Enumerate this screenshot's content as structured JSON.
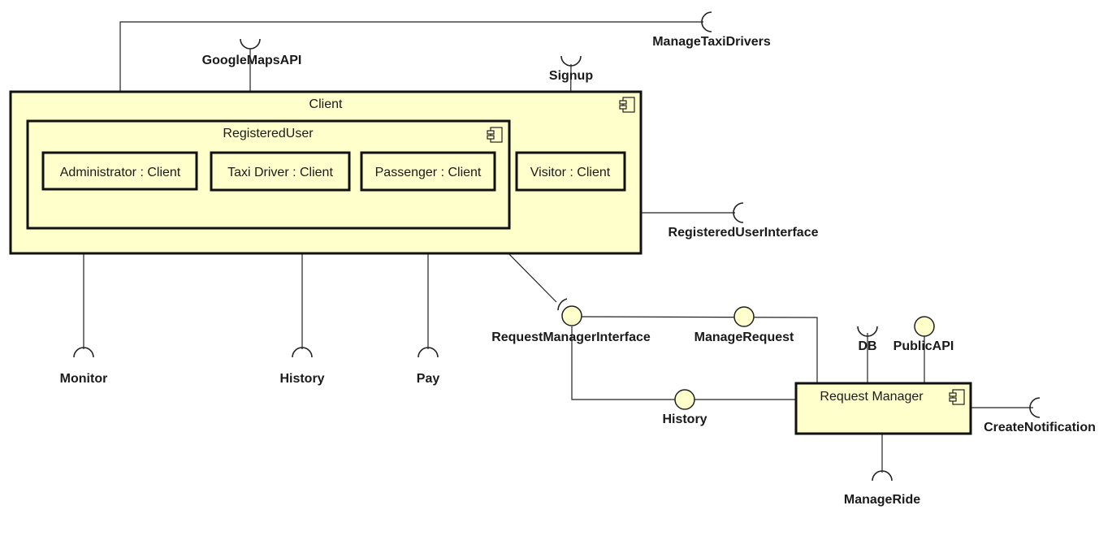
{
  "components": {
    "client": "Client",
    "registered_user": "RegisteredUser",
    "administrator": "Administrator : Client",
    "taxi_driver": "Taxi Driver : Client",
    "passenger": "Passenger : Client",
    "visitor": "Visitor : Client",
    "request_manager": "Request Manager"
  },
  "interfaces": {
    "manage_taxi_drivers": "ManageTaxiDrivers",
    "google_maps_api": "GoogleMapsAPI",
    "signup": "Signup",
    "registered_user_interface": "RegisteredUserInterface",
    "monitor": "Monitor",
    "history_client": "History",
    "pay": "Pay",
    "request_manager_interface": "RequestManagerInterface",
    "manage_request": "ManageRequest",
    "history_rm": "History",
    "db": "DB",
    "public_api": "PublicAPI",
    "create_notification": "CreateNotification",
    "manage_ride": "ManageRide"
  },
  "colors": {
    "component_fill": "#ffffcc",
    "stroke": "#111111"
  }
}
